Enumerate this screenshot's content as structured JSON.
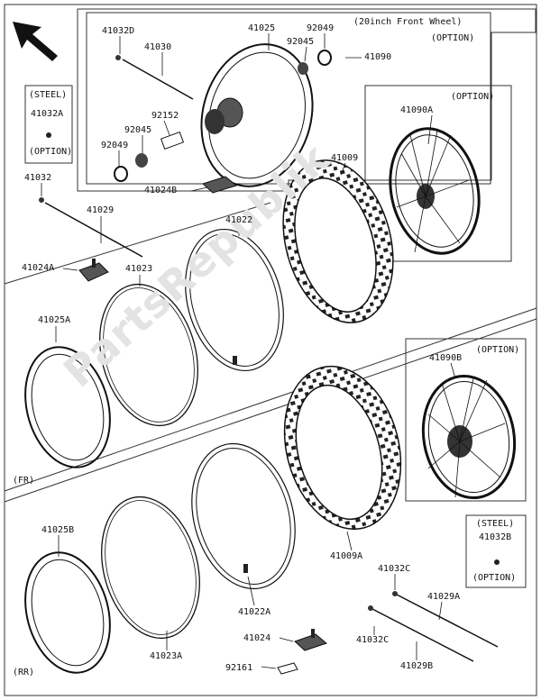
{
  "watermark": "PartsRepublik",
  "section_labels": {
    "front": "(FR)",
    "rear": "(RR)"
  },
  "boxes": {
    "front_20inch": {
      "title": "(20inch Front Wheel)",
      "option": "(OPTION)"
    },
    "front_wheel_option": {
      "option": "(OPTION)"
    },
    "rear_wheel_option": {
      "option": "(OPTION)"
    },
    "steel_front": {
      "title": "(STEEL)",
      "option": "(OPTION)"
    },
    "steel_rear": {
      "title": "(STEEL)",
      "option": "(OPTION)"
    }
  },
  "parts": {
    "p41032D": "41032D",
    "p41030": "41030",
    "p41025": "41025",
    "p92049_top": "92049",
    "p92045_top": "92045",
    "p41090": "41090",
    "p92152": "92152",
    "p92045_mid": "92045",
    "p92049_mid": "92049",
    "p41024B": "41024B",
    "p41032A": "41032A",
    "p41090A": "41090A",
    "p41009": "41009",
    "p41032": "41032",
    "p41029": "41029",
    "p41022": "41022",
    "p41024A": "41024A",
    "p41023": "41023",
    "p41025A": "41025A",
    "p41090B": "41090B",
    "p41025B": "41025B",
    "p41009A": "41009A",
    "p41032B": "41032B",
    "p41032C_top": "41032C",
    "p41029A": "41029A",
    "p41022A": "41022A",
    "p41024": "41024",
    "p41032C_bot": "41032C",
    "p41023A": "41023A",
    "p92161": "92161",
    "p41029B": "41029B"
  }
}
